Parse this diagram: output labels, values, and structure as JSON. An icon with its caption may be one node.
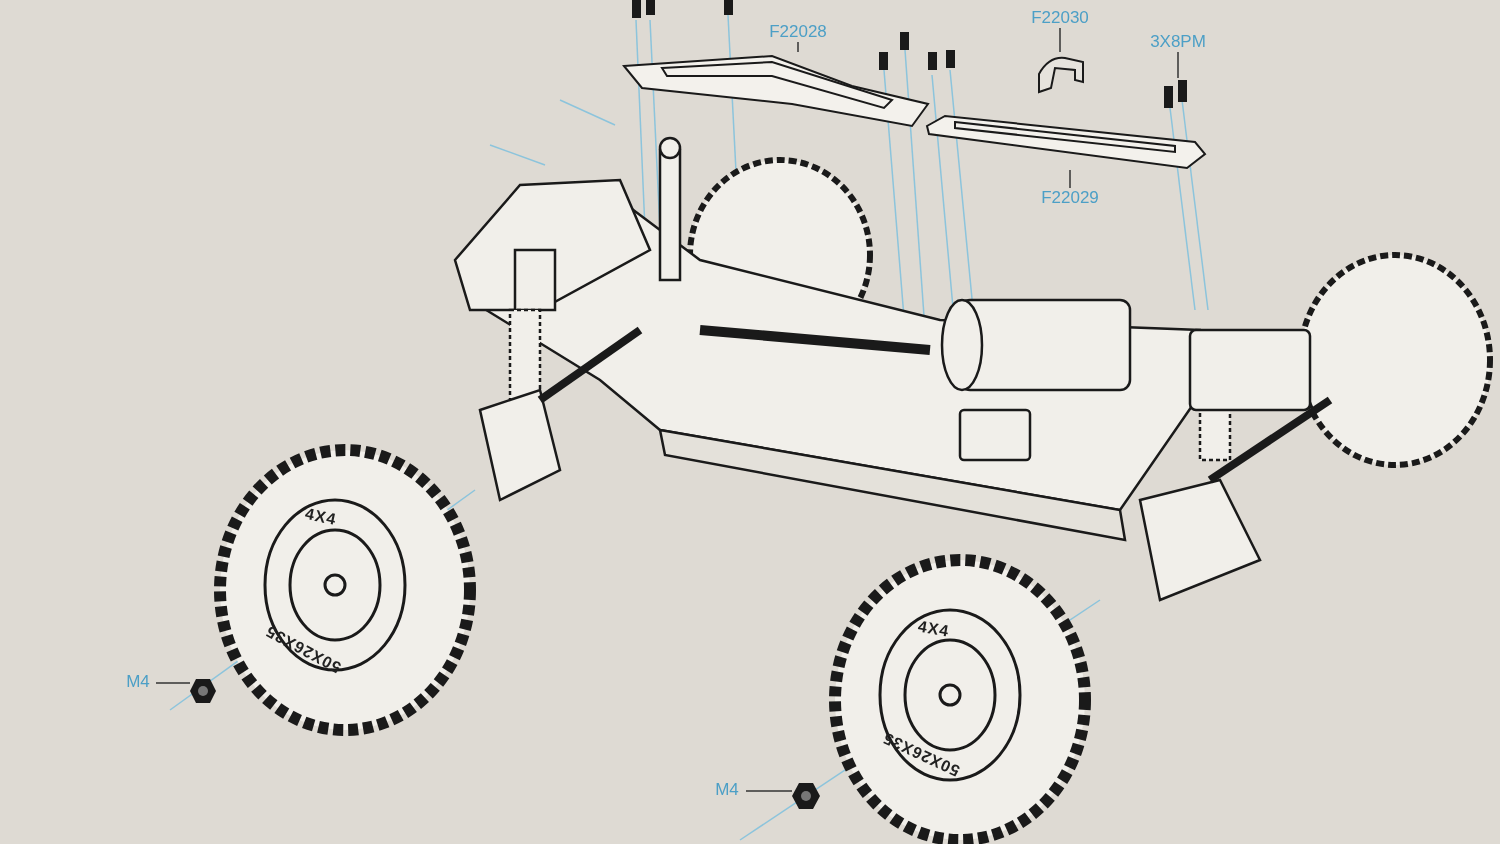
{
  "diagram": {
    "nodes": [
      {
        "text": [
          "F22028"
        ]
      },
      {
        "text": [],
        "shape": "picture"
      },
      {
        "text": [
          "F22030"
        ]
      },
      {
        "text": [],
        "shape": "picture"
      },
      {
        "text": [
          "3X8PM"
        ]
      },
      {
        "text": [],
        "shape": "picture"
      },
      {
        "text": [
          "F22029"
        ]
      },
      {
        "text": [],
        "shape": "picture"
      },
      {
        "text": [
          "M4"
        ]
      },
      {
        "text": [],
        "shape": "picture"
      },
      {
        "text": [
          "M4"
        ]
      },
      {
        "text": [],
        "shape": "picture"
      }
    ],
    "edges": [
      {
        "from": 0,
        "to": 1,
        "arrow": "none"
      },
      {
        "from": 2,
        "to": 3,
        "arrow": "none"
      },
      {
        "from": 4,
        "to": 5,
        "arrow": "none"
      },
      {
        "from": 6,
        "to": 7,
        "arrow": "none"
      },
      {
        "from": 8,
        "to": 9,
        "arrow": "none"
      },
      {
        "from": 10,
        "to": 11,
        "arrow": "none"
      }
    ],
    "labels": [
      "4X4",
      "50X26X35",
      "4X4",
      "50X26X35"
    ]
  }
}
